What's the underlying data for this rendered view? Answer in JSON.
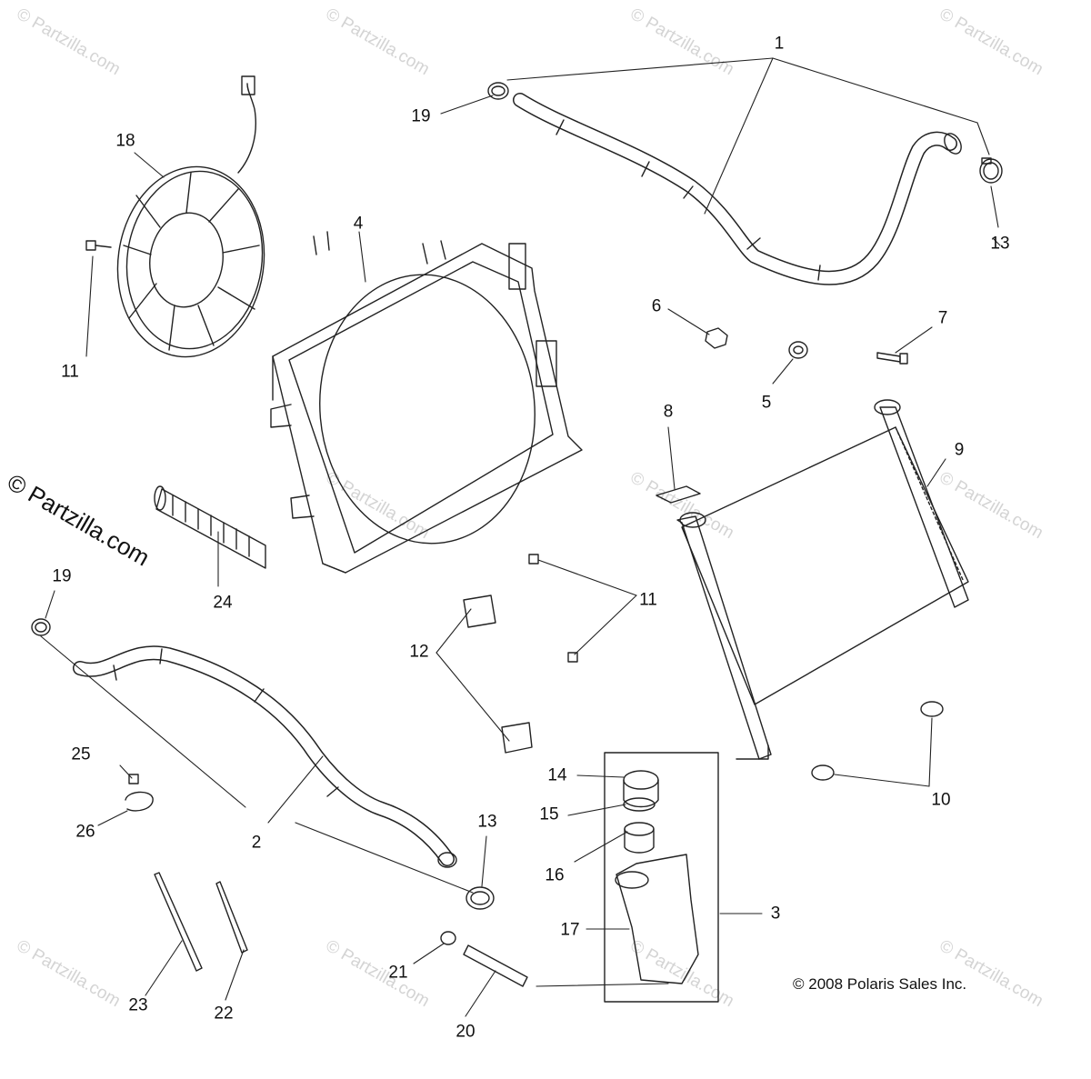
{
  "callouts": [
    "1",
    "19",
    "18",
    "4",
    "13",
    "11",
    "6",
    "7",
    "5",
    "8",
    "9",
    "24",
    "19",
    "11",
    "12",
    "2",
    "25",
    "26",
    "13",
    "14",
    "15",
    "16",
    "17",
    "3",
    "10",
    "23",
    "22",
    "21",
    "20"
  ],
  "copyright": "© 2008 Polaris Sales Inc.",
  "watermark": "© Partzilla.com",
  "watermark_large": "© Partzilla.com",
  "colors": {
    "line": "#222222",
    "watermark": "#d4d4d4"
  }
}
